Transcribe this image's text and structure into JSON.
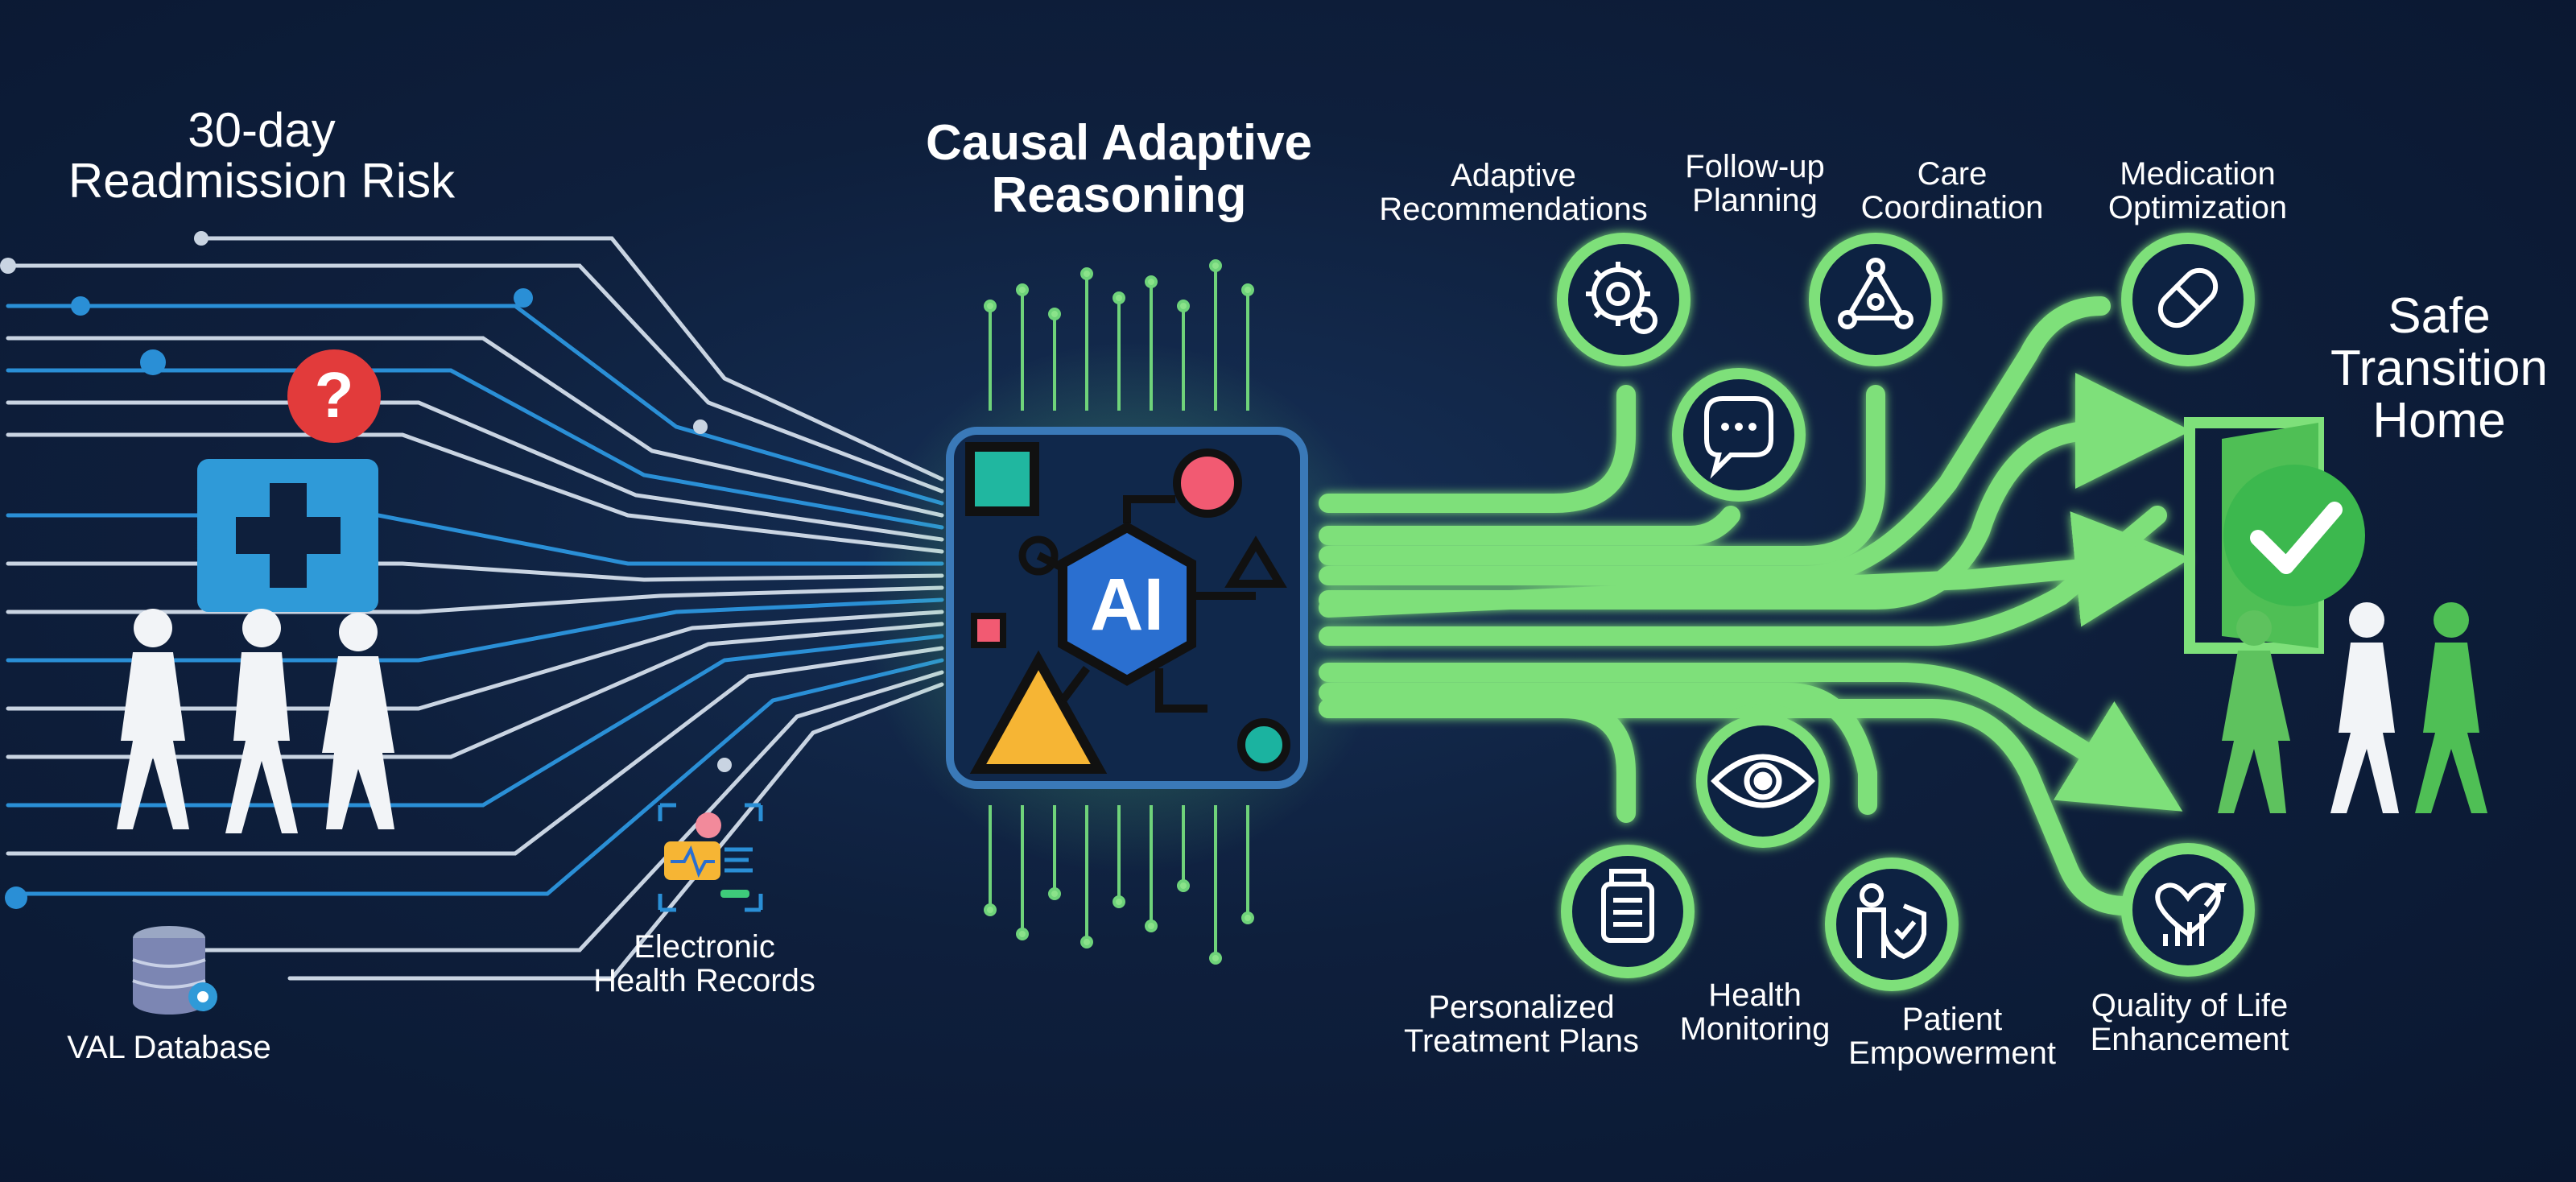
{
  "title_left": [
    "30-day",
    "Readmission Risk"
  ],
  "title_center": [
    "Causal Adaptive",
    "Reasoning"
  ],
  "title_right": [
    "Safe",
    "Transition",
    "Home"
  ],
  "sources": {
    "database": "VAL Database",
    "ehr": [
      "Electronic",
      "Health Records"
    ]
  },
  "chip_badge": "AI",
  "question_mark": "?",
  "top_nodes": [
    {
      "label": [
        "Adaptive",
        "Recommendations"
      ],
      "icon": "gear-icon"
    },
    {
      "label": [
        "Follow-up",
        "Planning"
      ],
      "icon": "chat-bubble-icon"
    },
    {
      "label": [
        "Care",
        "Coordination"
      ],
      "icon": "network-icon"
    },
    {
      "label": [
        "Medication",
        "Optimization"
      ],
      "icon": "pill-icon"
    }
  ],
  "bottom_nodes": [
    {
      "label": [
        "Personalized",
        "Treatment Plans"
      ],
      "icon": "medicine-bottle-icon"
    },
    {
      "label": [
        "Health",
        "Monitoring"
      ],
      "icon": "eye-icon"
    },
    {
      "label": [
        "Patient",
        "Empowerment"
      ],
      "icon": "person-shield-icon"
    },
    {
      "label": [
        "Quality of Life",
        "Enhancement"
      ],
      "icon": "heart-chart-icon"
    }
  ],
  "colors": {
    "background": "#0d1b33",
    "circuit_white": "#c9d4e2",
    "circuit_blue": "#2a8fd6",
    "green": "#7ee07a",
    "chip_border": "#3a79b8",
    "hospital_blue": "#2f9ad8",
    "alert_red": "#e23b3b"
  }
}
